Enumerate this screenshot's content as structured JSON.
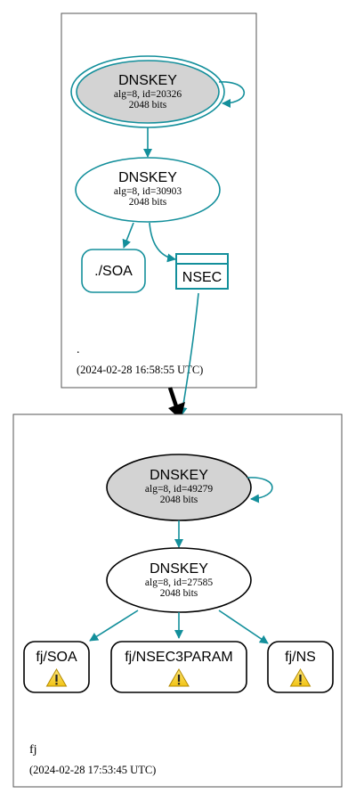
{
  "zones": [
    {
      "name": ".",
      "timestamp": "(2024-02-28 16:58:55 UTC)",
      "ksk": {
        "title": "DNSKEY",
        "alg_id": "alg=8, id=20326",
        "bits": "2048 bits"
      },
      "zsk": {
        "title": "DNSKEY",
        "alg_id": "alg=8, id=30903",
        "bits": "2048 bits"
      },
      "records": [
        {
          "label": "./SOA"
        }
      ],
      "nsec": {
        "label": "NSEC"
      }
    },
    {
      "name": "fj",
      "timestamp": "(2024-02-28 17:53:45 UTC)",
      "ksk": {
        "title": "DNSKEY",
        "alg_id": "alg=8, id=49279",
        "bits": "2048 bits"
      },
      "zsk": {
        "title": "DNSKEY",
        "alg_id": "alg=8, id=27585",
        "bits": "2048 bits"
      },
      "records": [
        {
          "label": "fj/SOA",
          "warning": true
        },
        {
          "label": "fj/NSEC3PARAM",
          "warning": true
        },
        {
          "label": "fj/NS",
          "warning": true
        }
      ]
    }
  ],
  "colors": {
    "edge": "#138f9b",
    "ksk_fill": "#d3d3d3",
    "warning_fill": "#f7d42b",
    "delegation": "#000000"
  },
  "icons": {
    "warning": "warning-triangle-icon"
  }
}
